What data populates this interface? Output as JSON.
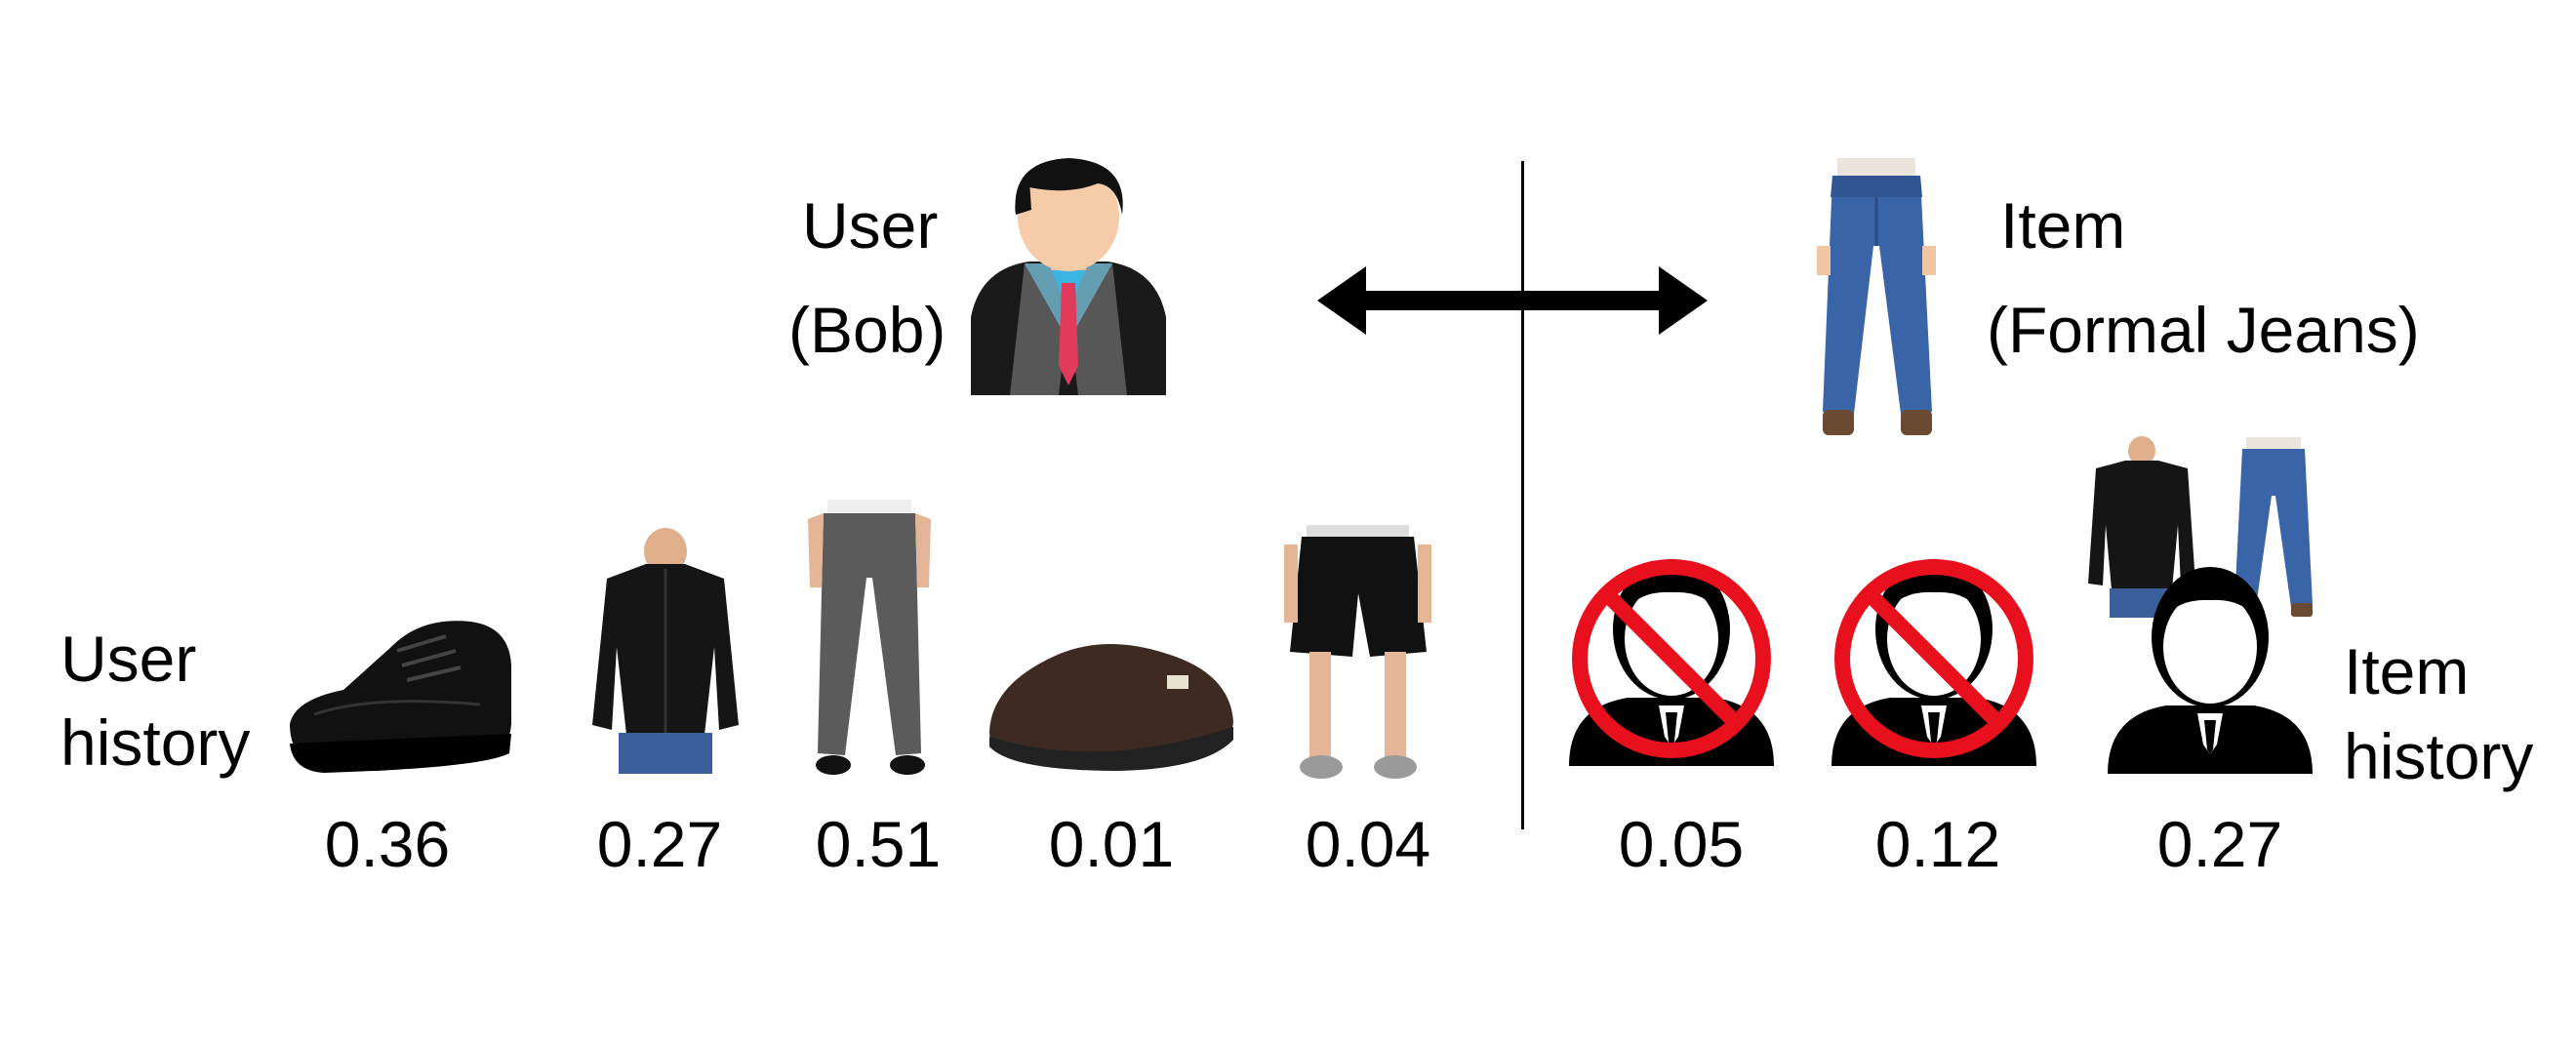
{
  "user": {
    "label_line1": "User",
    "label_line2": "(Bob)",
    "icon": "businessman-avatar-icon"
  },
  "item": {
    "label_line1": "Item",
    "label_line2": "(Formal Jeans)",
    "icon": "jeans-icon"
  },
  "user_history": {
    "label_line1": "User",
    "label_line2": "history",
    "items": [
      {
        "icon": "dress-shoe-icon",
        "value": "0.36"
      },
      {
        "icon": "fleece-jacket-icon",
        "value": "0.27"
      },
      {
        "icon": "gray-pants-icon",
        "value": "0.51"
      },
      {
        "icon": "slipper-icon",
        "value": "0.01"
      },
      {
        "icon": "shorts-icon",
        "value": "0.04"
      }
    ]
  },
  "item_history": {
    "label_line1": "Item",
    "label_line2": "history",
    "items": [
      {
        "icon": "blocked-user-icon",
        "value": "0.05"
      },
      {
        "icon": "blocked-user-icon",
        "value": "0.12"
      },
      {
        "icon": "user-with-jacket-and-jeans-icon",
        "value": "0.27"
      }
    ]
  },
  "colors": {
    "prohibit_red": "#e8101c",
    "denim_blue": "#3a64a8",
    "skin": "#f6cba8",
    "shirt_blue": "#3ab6e0",
    "tie_red": "#e23a5a"
  }
}
